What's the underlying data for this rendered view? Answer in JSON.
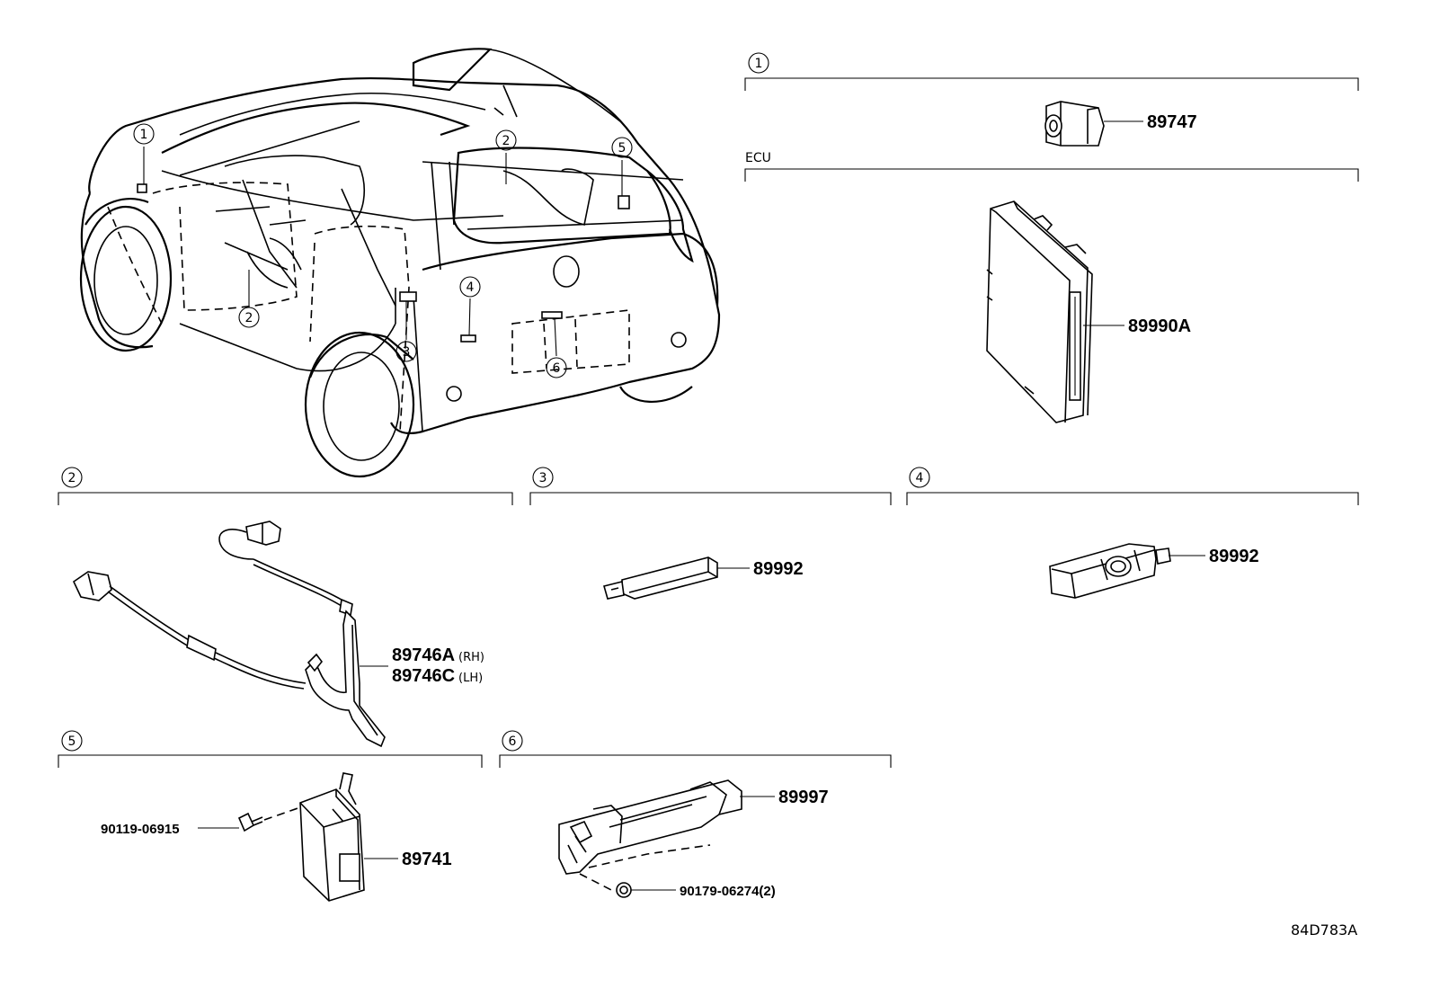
{
  "sections": [
    {
      "id": "s1",
      "num": "1",
      "label": ""
    },
    {
      "id": "ecu",
      "num": "",
      "label": "ECU"
    },
    {
      "id": "s2",
      "num": "2",
      "label": ""
    },
    {
      "id": "s3",
      "num": "3",
      "label": ""
    },
    {
      "id": "s4",
      "num": "4",
      "label": ""
    },
    {
      "id": "s5",
      "num": "5",
      "label": ""
    },
    {
      "id": "s6",
      "num": "6",
      "label": ""
    }
  ],
  "car_callouts": [
    "1",
    "2",
    "5",
    "4",
    "2",
    "3",
    "6"
  ],
  "parts": {
    "p89747": "89747",
    "p89990a": "89990A",
    "p89746a": "89746A",
    "p89746a_side": "(RH)",
    "p89746c": "89746C",
    "p89746c_side": "(LH)",
    "p89992_a": "89992",
    "p89992_b": "89992",
    "p90119": "90119-06915",
    "p89741": "89741",
    "p89997": "89997",
    "p90179": "90179-06274(2)"
  },
  "reference_code": "84D783A"
}
